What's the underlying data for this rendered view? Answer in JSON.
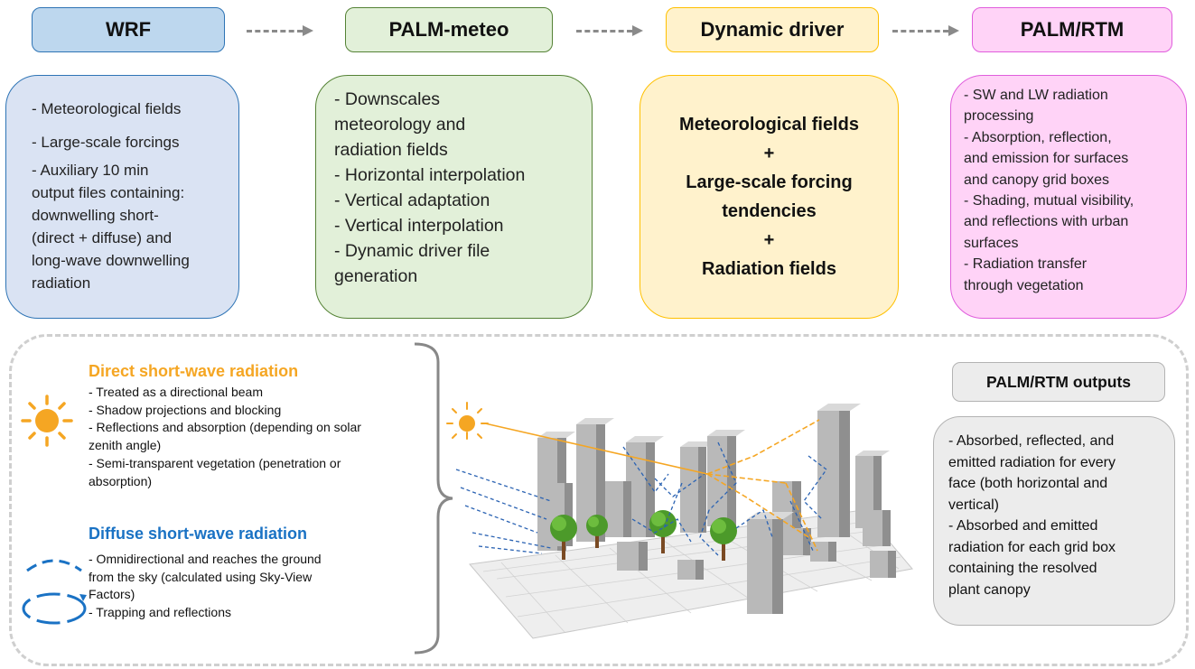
{
  "pipeline": {
    "wrf": {
      "title": "WRF",
      "items": [
        "- Meteorological fields",
        "- Large-scale forcings",
        "- Auxiliary 10 min",
        "output files containing:",
        "downwelling short-",
        "(direct + diffuse) and",
        "long-wave downwelling",
        "radiation"
      ]
    },
    "palm_meteo": {
      "title": "PALM-meteo",
      "items": [
        "- Downscales",
        "meteorology and",
        "radiation fields",
        "- Horizontal interpolation",
        "- Vertical adaptation",
        "- Vertical interpolation",
        "- Dynamic driver file",
        "generation"
      ]
    },
    "dynamic_driver": {
      "title": "Dynamic driver",
      "items": [
        "Meteorological fields",
        "+",
        "Large-scale forcing",
        "tendencies",
        "+",
        "Radiation fields"
      ]
    },
    "palm_rtm": {
      "title": "PALM/RTM",
      "items": [
        " - SW and LW radiation",
        "processing",
        " - Absorption, reflection,",
        "and emission for surfaces",
        "and canopy grid boxes",
        "- Shading, mutual visibility,",
        "and reflections with urban",
        "surfaces",
        "- Radiation transfer",
        "through vegetation"
      ]
    }
  },
  "direct_sw": {
    "title": "Direct short-wave radiation",
    "items": [
      " - Treated as a directional beam",
      " - Shadow projections and blocking",
      " - Reflections and absorption (depending on solar",
      "zenith angle)",
      " - Semi-transparent vegetation (penetration or",
      "absorption)"
    ]
  },
  "diffuse_sw": {
    "title": "Diffuse short-wave radiation",
    "items": [
      "- Omnidirectional and reaches the ground",
      "from the sky (calculated using Sky-View",
      "Factors)",
      "- Trapping and reflections"
    ]
  },
  "outputs": {
    "title": "PALM/RTM outputs",
    "items": [
      " - Absorbed, reflected, and",
      "emitted radiation for every",
      "face (both horizontal and",
      "vertical)",
      " - Absorbed and emitted",
      "radiation for each grid box",
      "containing the resolved",
      "plant canopy"
    ]
  },
  "icons": {
    "sun": "sun-icon",
    "diffuse": "diffuse-radiation-icon",
    "arrow": "dashed-arrow-icon",
    "brace": "bracket-icon",
    "city": "urban-radiation-illustration"
  },
  "colors": {
    "wrf_fill": "#dae3f3",
    "wrf_border": "#2e74b5",
    "wrf_header": "#bdd7ee",
    "meteo_fill": "#e2f0d9",
    "meteo_border": "#548235",
    "driver_fill": "#fff2cc",
    "driver_border": "#ffc000",
    "rtm_fill": "#ffd3f7",
    "rtm_border": "#e05ddc",
    "direct_title": "#f5a623",
    "diffuse_title": "#1a72c4",
    "outputs_fill": "#ececec",
    "arrow": "#8a8a8a"
  }
}
